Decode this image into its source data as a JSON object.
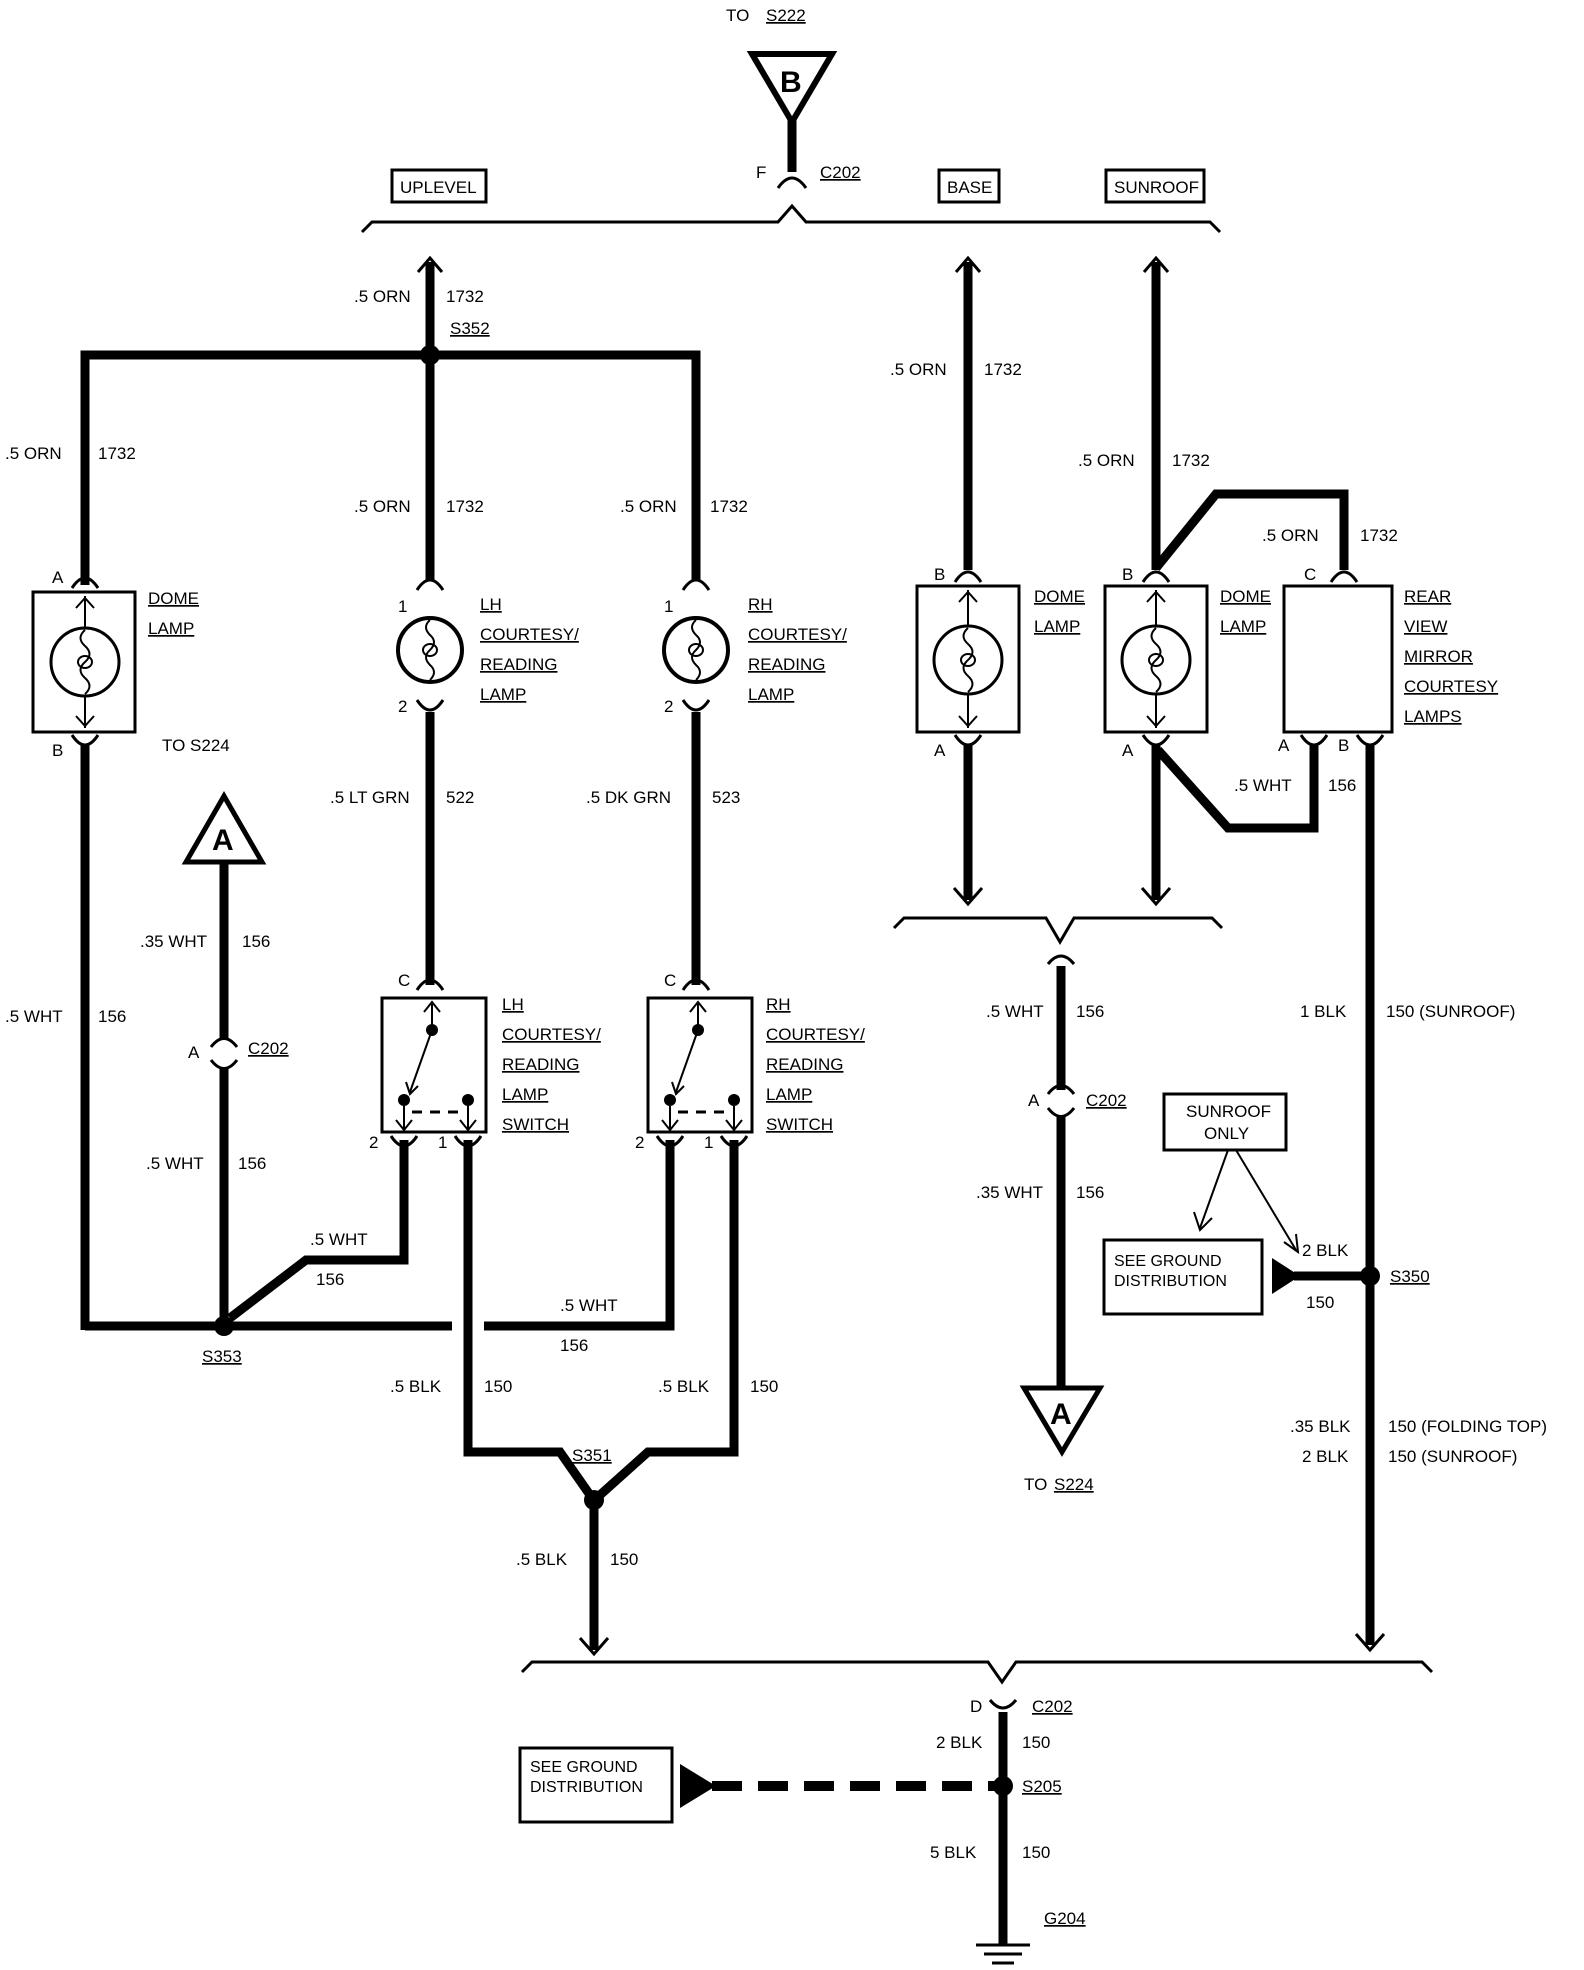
{
  "labels": {
    "to_s222": "TO",
    "s222": "S222",
    "b": "B",
    "a": "A",
    "f": "F",
    "c202": "C202",
    "uplevel": "UPLEVEL",
    "base": "BASE",
    "sunroof": "SUNROOF",
    "orn_05": ".5 ORN",
    "n1732": "1732",
    "s352": "S352",
    "dome": "DOME",
    "lamp": "LAMP",
    "lh": "LH",
    "rh": "RH",
    "courtesy": "COURTESY/",
    "reading": "READING",
    "switch": "SWITCH",
    "rear": "REAR",
    "view": "VIEW",
    "mirror": "MIRROR",
    "courtesy_plain": "COURTESY",
    "lamps": "LAMPS",
    "to_s224": "TO S224",
    "to": "TO",
    "s224": "S224",
    "lt_grn": ".5 LT GRN",
    "n522": "522",
    "dk_grn": ".5 DK GRN",
    "n523": "523",
    "wht_035": ".35 WHT",
    "wht_05": ".5 WHT",
    "n156": "156",
    "s353": "S353",
    "blk_05": ".5 BLK",
    "n150": "150",
    "s351": "S351",
    "blk_1": "1 BLK",
    "n150_sunroof": "150 (SUNROOF)",
    "sunroof_only_1": "SUNROOF",
    "sunroof_only_2": "ONLY",
    "see_ground_1": "SEE GROUND",
    "see_ground_2": "DISTRIBUTION",
    "blk_2": "2 BLK",
    "s350": "S350",
    "blk_035": ".35 BLK",
    "n150_folding": "150 (FOLDING TOP)",
    "d": "D",
    "s205": "S205",
    "blk_5": "5 BLK",
    "g204": "G204",
    "p_a": "A",
    "p_b": "B",
    "p_c": "C",
    "p_1": "1",
    "p_2": "2"
  }
}
